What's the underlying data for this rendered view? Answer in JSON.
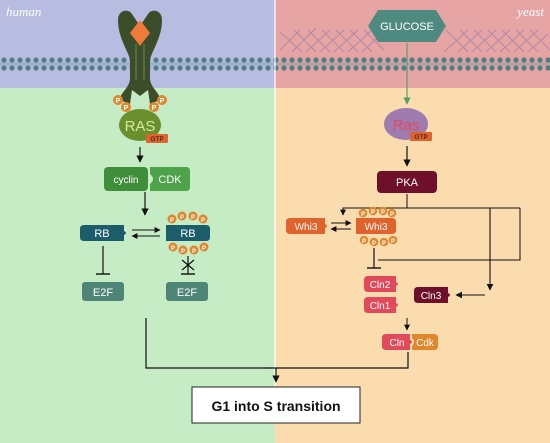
{
  "panels": {
    "left_label": "human",
    "right_label": "yeast"
  },
  "nodes": {
    "glucose": "GLUCOSE",
    "ras_human": "RAS",
    "gtp_human": "GTP",
    "ras_yeast": "Ras",
    "gtp_yeast": "GTP",
    "cyclin": "cyclin",
    "cdk": "CDK",
    "rb": "RB",
    "rb_p": "RB",
    "e2f_1": "E2F",
    "e2f_2": "E2F",
    "pka": "PKA",
    "whi3": "Whi3",
    "whi3_p": "Whi3",
    "cln2": "Cln2",
    "cln1": "Cln1",
    "cln3": "Cln3",
    "cln": "Cln",
    "cdk_yeast": "Cdk",
    "outcome": "G1 into S transition",
    "phospho": "P"
  },
  "colors": {
    "human_bg": "#c6ecc6",
    "yeast_bg": "#fbdcae",
    "membrane_left": "#b8bce0",
    "membrane_right": "#e6a4a4",
    "receptor": "#3b4d2a",
    "ras_human": "#6a8f2d",
    "cyclin": "#3f8f3a",
    "rb": "#1d5c6a",
    "e2f": "#4f8577",
    "pka": "#6e0f2c",
    "whi3": "#e0622d",
    "ras_yeast": "#9f7bb0",
    "gtp": "#e0622d",
    "cln": "#e24a5c",
    "cln3": "#6e0f2c",
    "cdk_yeast": "#e0862d",
    "phospho": "#e0862d",
    "glucose": "#4e8a80"
  }
}
